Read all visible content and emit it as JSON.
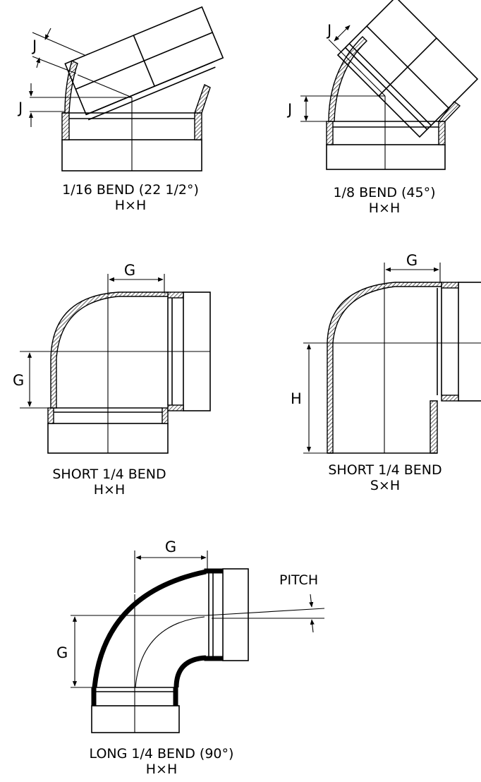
{
  "fittings": [
    {
      "title": "1/16 BEND (22 1/2°)",
      "connection": "H×H",
      "dimension": "J"
    },
    {
      "title": "1/8 BEND (45°)",
      "connection": "H×H",
      "dimension": "J"
    },
    {
      "title": "SHORT 1/4 BEND",
      "connection": "H×H",
      "dimension": "G"
    },
    {
      "title": "SHORT 1/4 BEND",
      "connection": "S×H",
      "dimension_top": "G",
      "dimension_side": "H"
    },
    {
      "title": "LONG 1/4 BEND (90°)",
      "connection": "H×H",
      "dimension": "G",
      "pitch_label": "PITCH"
    }
  ]
}
